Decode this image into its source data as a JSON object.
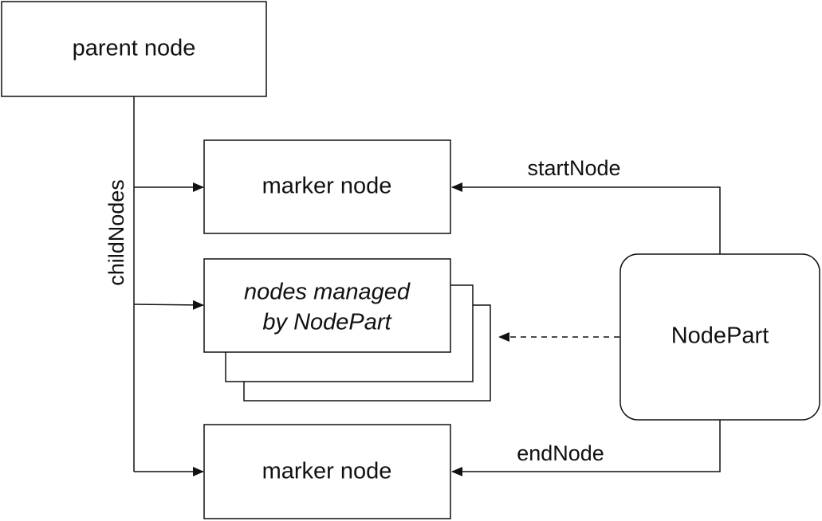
{
  "nodes": {
    "parent": {
      "label": "parent node"
    },
    "marker_top": {
      "label": "marker node"
    },
    "managed": {
      "label_line1": "nodes managed",
      "label_line2": "by NodePart"
    },
    "marker_bottom": {
      "label": "marker node"
    },
    "nodepart": {
      "label": "NodePart"
    }
  },
  "edges": {
    "child_nodes": {
      "label": "childNodes"
    },
    "start_node": {
      "label": "startNode"
    },
    "end_node": {
      "label": "endNode"
    }
  },
  "colors": {
    "stroke": "#111111",
    "fill": "#ffffff",
    "text": "#111111"
  }
}
